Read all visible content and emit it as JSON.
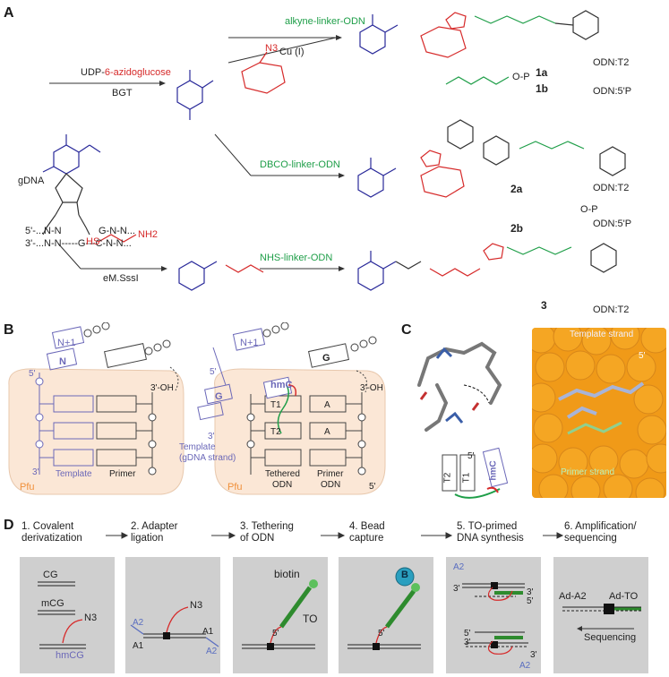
{
  "panels": {
    "A": {
      "letter": "A"
    },
    "B": {
      "letter": "B"
    },
    "C": {
      "letter": "C"
    },
    "D": {
      "letter": "D"
    }
  },
  "panel_a": {
    "gdna_label": "gDNA",
    "dna_top": "5'-...N-N",
    "dna_top_right": "G-N-N...",
    "dna_bottom": "3'-...N-N-----G---C-N-N...",
    "reagent_udp_prefix": "UDP-",
    "reagent_udp_highlight": "6-azidoglucose",
    "reagent_bgt": "BGT",
    "n3": "N3",
    "alkyne_linker": "alkyne-linker-ODN",
    "cu": "Cu (I)",
    "dbco_linker": "DBCO-linker-ODN",
    "nhs_linker": "NHS-linker-ODN",
    "emsssi": "eM.SssI",
    "hs_label": "HS",
    "nh2_label": "NH2",
    "compound_1a": "1a",
    "compound_1b": "1b",
    "compound_2a": "2a",
    "compound_2b": "2b",
    "compound_3": "3",
    "odn_t2_1": "ODN:T2",
    "odn_5p_1": "ODN:5'P",
    "odn_t2_2": "ODN:T2",
    "odn_5p_2": "ODN:5'P",
    "odn_t2_3": "ODN:T2",
    "op_1": "O",
    "p_1": "P",
    "op_2": "O",
    "p_2": "P"
  },
  "panel_b": {
    "left": {
      "n_plus_1": "N+1",
      "n": "N",
      "five_prime": "5'",
      "three_oh": "3'-OH",
      "three_prime": "3'",
      "template": "Template",
      "primer": "Primer",
      "pfu": "Pfu"
    },
    "right": {
      "n_plus_1": "N+1",
      "hmc": "hmC",
      "g": "G",
      "g2": "G",
      "five_prime": "5'",
      "three_oh": "3'-OH",
      "t1": "T1",
      "t2": "T2",
      "a1": "A",
      "a2": "A",
      "template_note": "Template",
      "template_note2": "(gDNA strand)",
      "three_prime": "3'",
      "tethered": "Tethered",
      "tethered2": "ODN",
      "primer_odn": "Primer",
      "primer_odn2": "ODN",
      "pfu": "Pfu",
      "five_prime_bottom": "5'"
    }
  },
  "panel_c": {
    "t2": "T2",
    "t1": "T1",
    "hmc": "hmC",
    "five_prime": "5'",
    "template_strand": "Template strand",
    "primer_strand": "Primer strand",
    "five_prime_right": "5'"
  },
  "panel_d": {
    "steps": [
      {
        "title": "1. Covalent",
        "title2": "derivatization"
      },
      {
        "title": "2. Adapter",
        "title2": "ligation"
      },
      {
        "title": "3. Tethering",
        "title2": "of ODN"
      },
      {
        "title": "4. Bead",
        "title2": "capture"
      },
      {
        "title": "5. TO-primed",
        "title2": "DNA synthesis"
      },
      {
        "title": "6. Amplification/",
        "title2": "sequencing"
      }
    ],
    "box1": {
      "cg": "CG",
      "mcg": "mCG",
      "hmcg": "hmCG",
      "n3": "N3"
    },
    "box2": {
      "a2a": "A2",
      "a1a": "A1",
      "a1b": "A1",
      "a2b": "A2",
      "n3": "N3"
    },
    "box3": {
      "biotin": "biotin",
      "to": "TO",
      "five": "5'"
    },
    "box4": {
      "b": "B",
      "five": "5'"
    },
    "box5": {
      "a2a": "A2",
      "three_a": "3'",
      "three_b": "3'",
      "five_a": "5'",
      "five_b": "5'",
      "three_c": "3'",
      "three_d": "3'",
      "a2b": "A2"
    },
    "box6": {
      "ad_a2": "Ad-A2",
      "ad_to": "Ad-TO",
      "seq": "Sequencing"
    }
  },
  "colors": {
    "green": "#1e9e48",
    "red": "#d62a2a",
    "blue": "#2a2a9a",
    "purple": "#6b68b8",
    "orange_protein": "#f5a623",
    "pfu_fill": "#fbe7d6",
    "grey_box": "#cfcfcf"
  }
}
